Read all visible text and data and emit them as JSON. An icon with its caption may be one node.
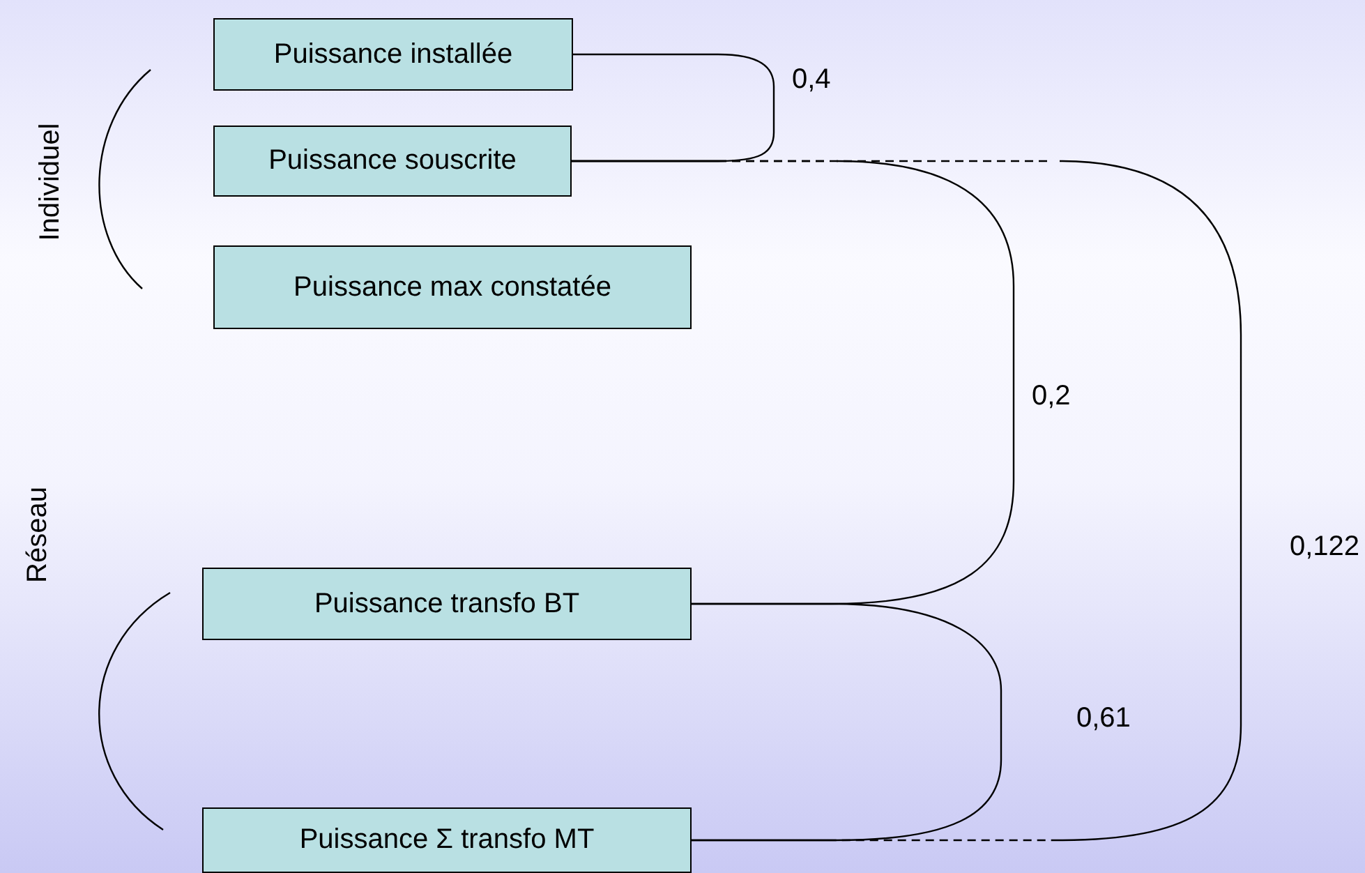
{
  "diagram": {
    "nodes": [
      {
        "text": [
          "Puissance installée"
        ]
      },
      {
        "text": [
          "Puissance souscrite"
        ]
      },
      {
        "text": [
          "Puissance max constatée"
        ]
      },
      {
        "text": [
          "Puissance transfo BT"
        ]
      },
      {
        "text": [
          "Puissance Σ transfo MT"
        ]
      }
    ],
    "edges": [
      {
        "from": 0,
        "to": 1,
        "arrow": "none",
        "label": "0,4"
      },
      {
        "from": 1,
        "to": 3,
        "arrow": "none",
        "label": "0,2"
      },
      {
        "from": 3,
        "to": 4,
        "arrow": "none",
        "label": "0,61"
      },
      {
        "from": 1,
        "to": 4,
        "arrow": "none",
        "label": "0,122"
      }
    ],
    "labels": [
      "Individuel",
      "Réseau"
    ]
  }
}
